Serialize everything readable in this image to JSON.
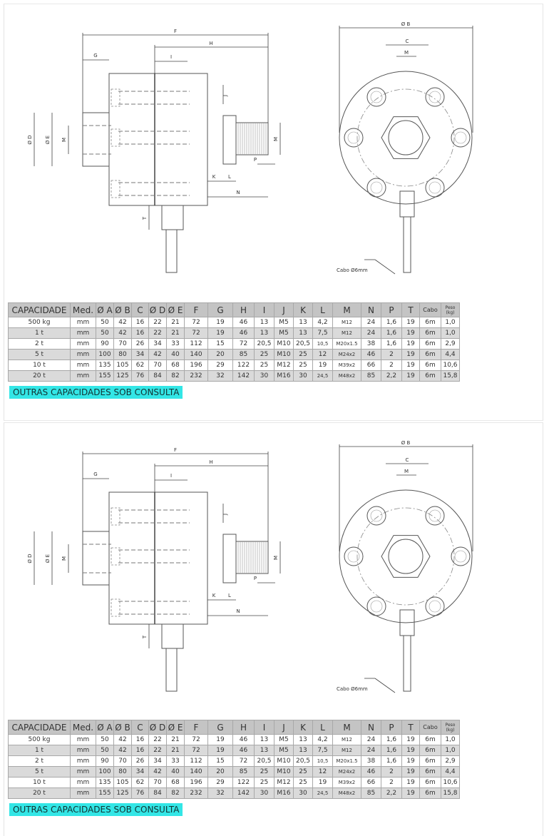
{
  "drawing": {
    "side_labels": {
      "F": "F",
      "H": "H",
      "G": "G",
      "I": "I",
      "J": "J",
      "K": "K",
      "L": "L",
      "N": "N",
      "P": "P",
      "T": "T",
      "D": "Ø D",
      "E": "Ø E",
      "M_left": "M",
      "M_right": "M"
    },
    "front_labels": {
      "B": "Ø B",
      "C": "C",
      "M": "M",
      "cable": "Cabo Ø6mm"
    }
  },
  "table": {
    "headers": [
      "CAPACIDADE",
      "Med.",
      "Ø A",
      "Ø B",
      "C",
      "Ø D",
      "Ø E",
      "F",
      "G",
      "H",
      "I",
      "J",
      "K",
      "L",
      "M",
      "N",
      "P",
      "T",
      "Cabo",
      "Peso (kg)"
    ],
    "rows": [
      [
        "500 kg",
        "mm",
        "50",
        "42",
        "16",
        "22",
        "21",
        "72",
        "19",
        "46",
        "13",
        "M5",
        "13",
        "4,2",
        "M12",
        "24",
        "1,6",
        "19",
        "6m",
        "1,0"
      ],
      [
        "1 t",
        "mm",
        "50",
        "42",
        "16",
        "22",
        "21",
        "72",
        "19",
        "46",
        "13",
        "M5",
        "13",
        "7,5",
        "M12",
        "24",
        "1,6",
        "19",
        "6m",
        "1,0"
      ],
      [
        "2 t",
        "mm",
        "90",
        "70",
        "26",
        "34",
        "33",
        "112",
        "15",
        "72",
        "20,5",
        "M10",
        "20,5",
        "10,5",
        "M20x1.5",
        "38",
        "1,6",
        "19",
        "6m",
        "2,9"
      ],
      [
        "5 t",
        "mm",
        "100",
        "80",
        "34",
        "42",
        "40",
        "140",
        "20",
        "85",
        "25",
        "M10",
        "25",
        "12",
        "M24x2",
        "46",
        "2",
        "19",
        "6m",
        "4,4"
      ],
      [
        "10 t",
        "mm",
        "135",
        "105",
        "62",
        "70",
        "68",
        "196",
        "29",
        "122",
        "25",
        "M12",
        "25",
        "19",
        "M39x2",
        "66",
        "2",
        "19",
        "6m",
        "10,6"
      ],
      [
        "20 t",
        "mm",
        "155",
        "125",
        "76",
        "84",
        "82",
        "232",
        "32",
        "142",
        "30",
        "M16",
        "30",
        "24,5",
        "M48x2",
        "85",
        "2,2",
        "19",
        "6m",
        "15,8"
      ]
    ]
  },
  "banner": "OUTRAS CAPACIDADES SOB CONSULTA",
  "colors": {
    "banner": "#33e6e6",
    "header": "#c4c4c4",
    "row_alt": "#dadada"
  }
}
